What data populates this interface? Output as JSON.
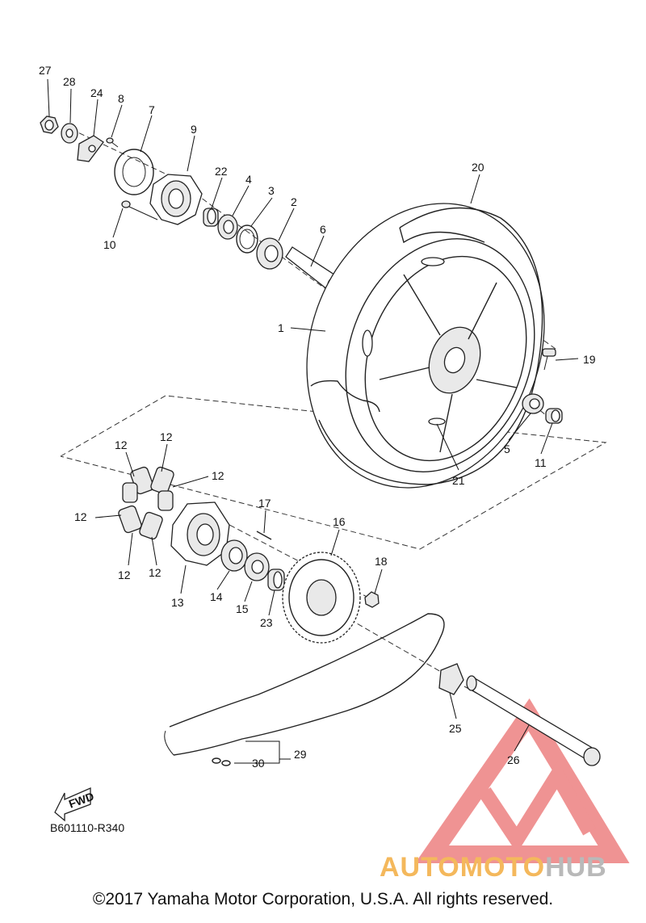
{
  "diagram": {
    "code": "B601110-R340",
    "copyright": "©2017 Yamaha Motor Corporation, U.S.A. All rights reserved.",
    "fwd_label": "FWD"
  },
  "watermark": {
    "part1": "AUTOMOTO",
    "part2": "HUB",
    "colors": {
      "red": "#e33b3b",
      "orange": "#f4b85c",
      "grey": "#b9b9b9"
    }
  },
  "callouts": [
    "27",
    "28",
    "24",
    "8",
    "7",
    "9",
    "22",
    "4",
    "3",
    "2",
    "6",
    "20",
    "1",
    "10",
    "19",
    "5",
    "11",
    "21",
    "12",
    "12",
    "12",
    "12",
    "12",
    "12",
    "17",
    "16",
    "18",
    "13",
    "14",
    "15",
    "23",
    "25",
    "26",
    "29",
    "30"
  ]
}
